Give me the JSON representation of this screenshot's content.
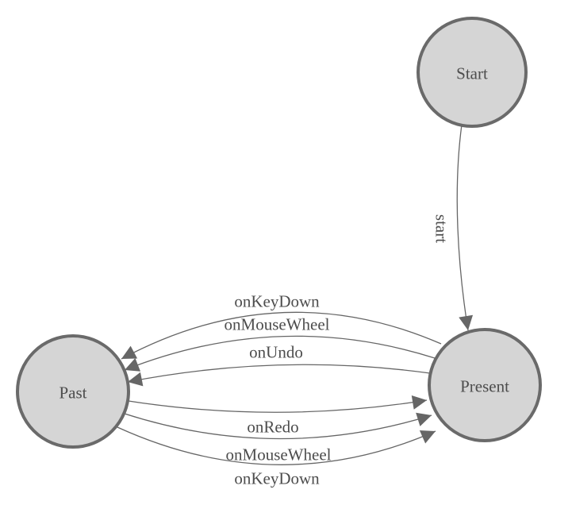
{
  "diagram": {
    "kind": "state-machine",
    "colors": {
      "background": "#ffffff",
      "node_fill": "#d5d5d5",
      "node_border": "#6a6a6a",
      "edge": "#666666",
      "label_text": "#4d4d4d"
    },
    "nodes": [
      {
        "id": "start",
        "label": "Start"
      },
      {
        "id": "present",
        "label": "Present"
      },
      {
        "id": "past",
        "label": "Past"
      }
    ],
    "edges": [
      {
        "from": "Start",
        "to": "Present",
        "label": "start"
      },
      {
        "from": "Present",
        "to": "Past",
        "label": "onKeyDown"
      },
      {
        "from": "Present",
        "to": "Past",
        "label": "onMouseWheel"
      },
      {
        "from": "Present",
        "to": "Past",
        "label": "onUndo"
      },
      {
        "from": "Past",
        "to": "Present",
        "label": "onRedo"
      },
      {
        "from": "Past",
        "to": "Present",
        "label": "onMouseWheel"
      },
      {
        "from": "Past",
        "to": "Present",
        "label": "onKeyDown"
      }
    ]
  }
}
